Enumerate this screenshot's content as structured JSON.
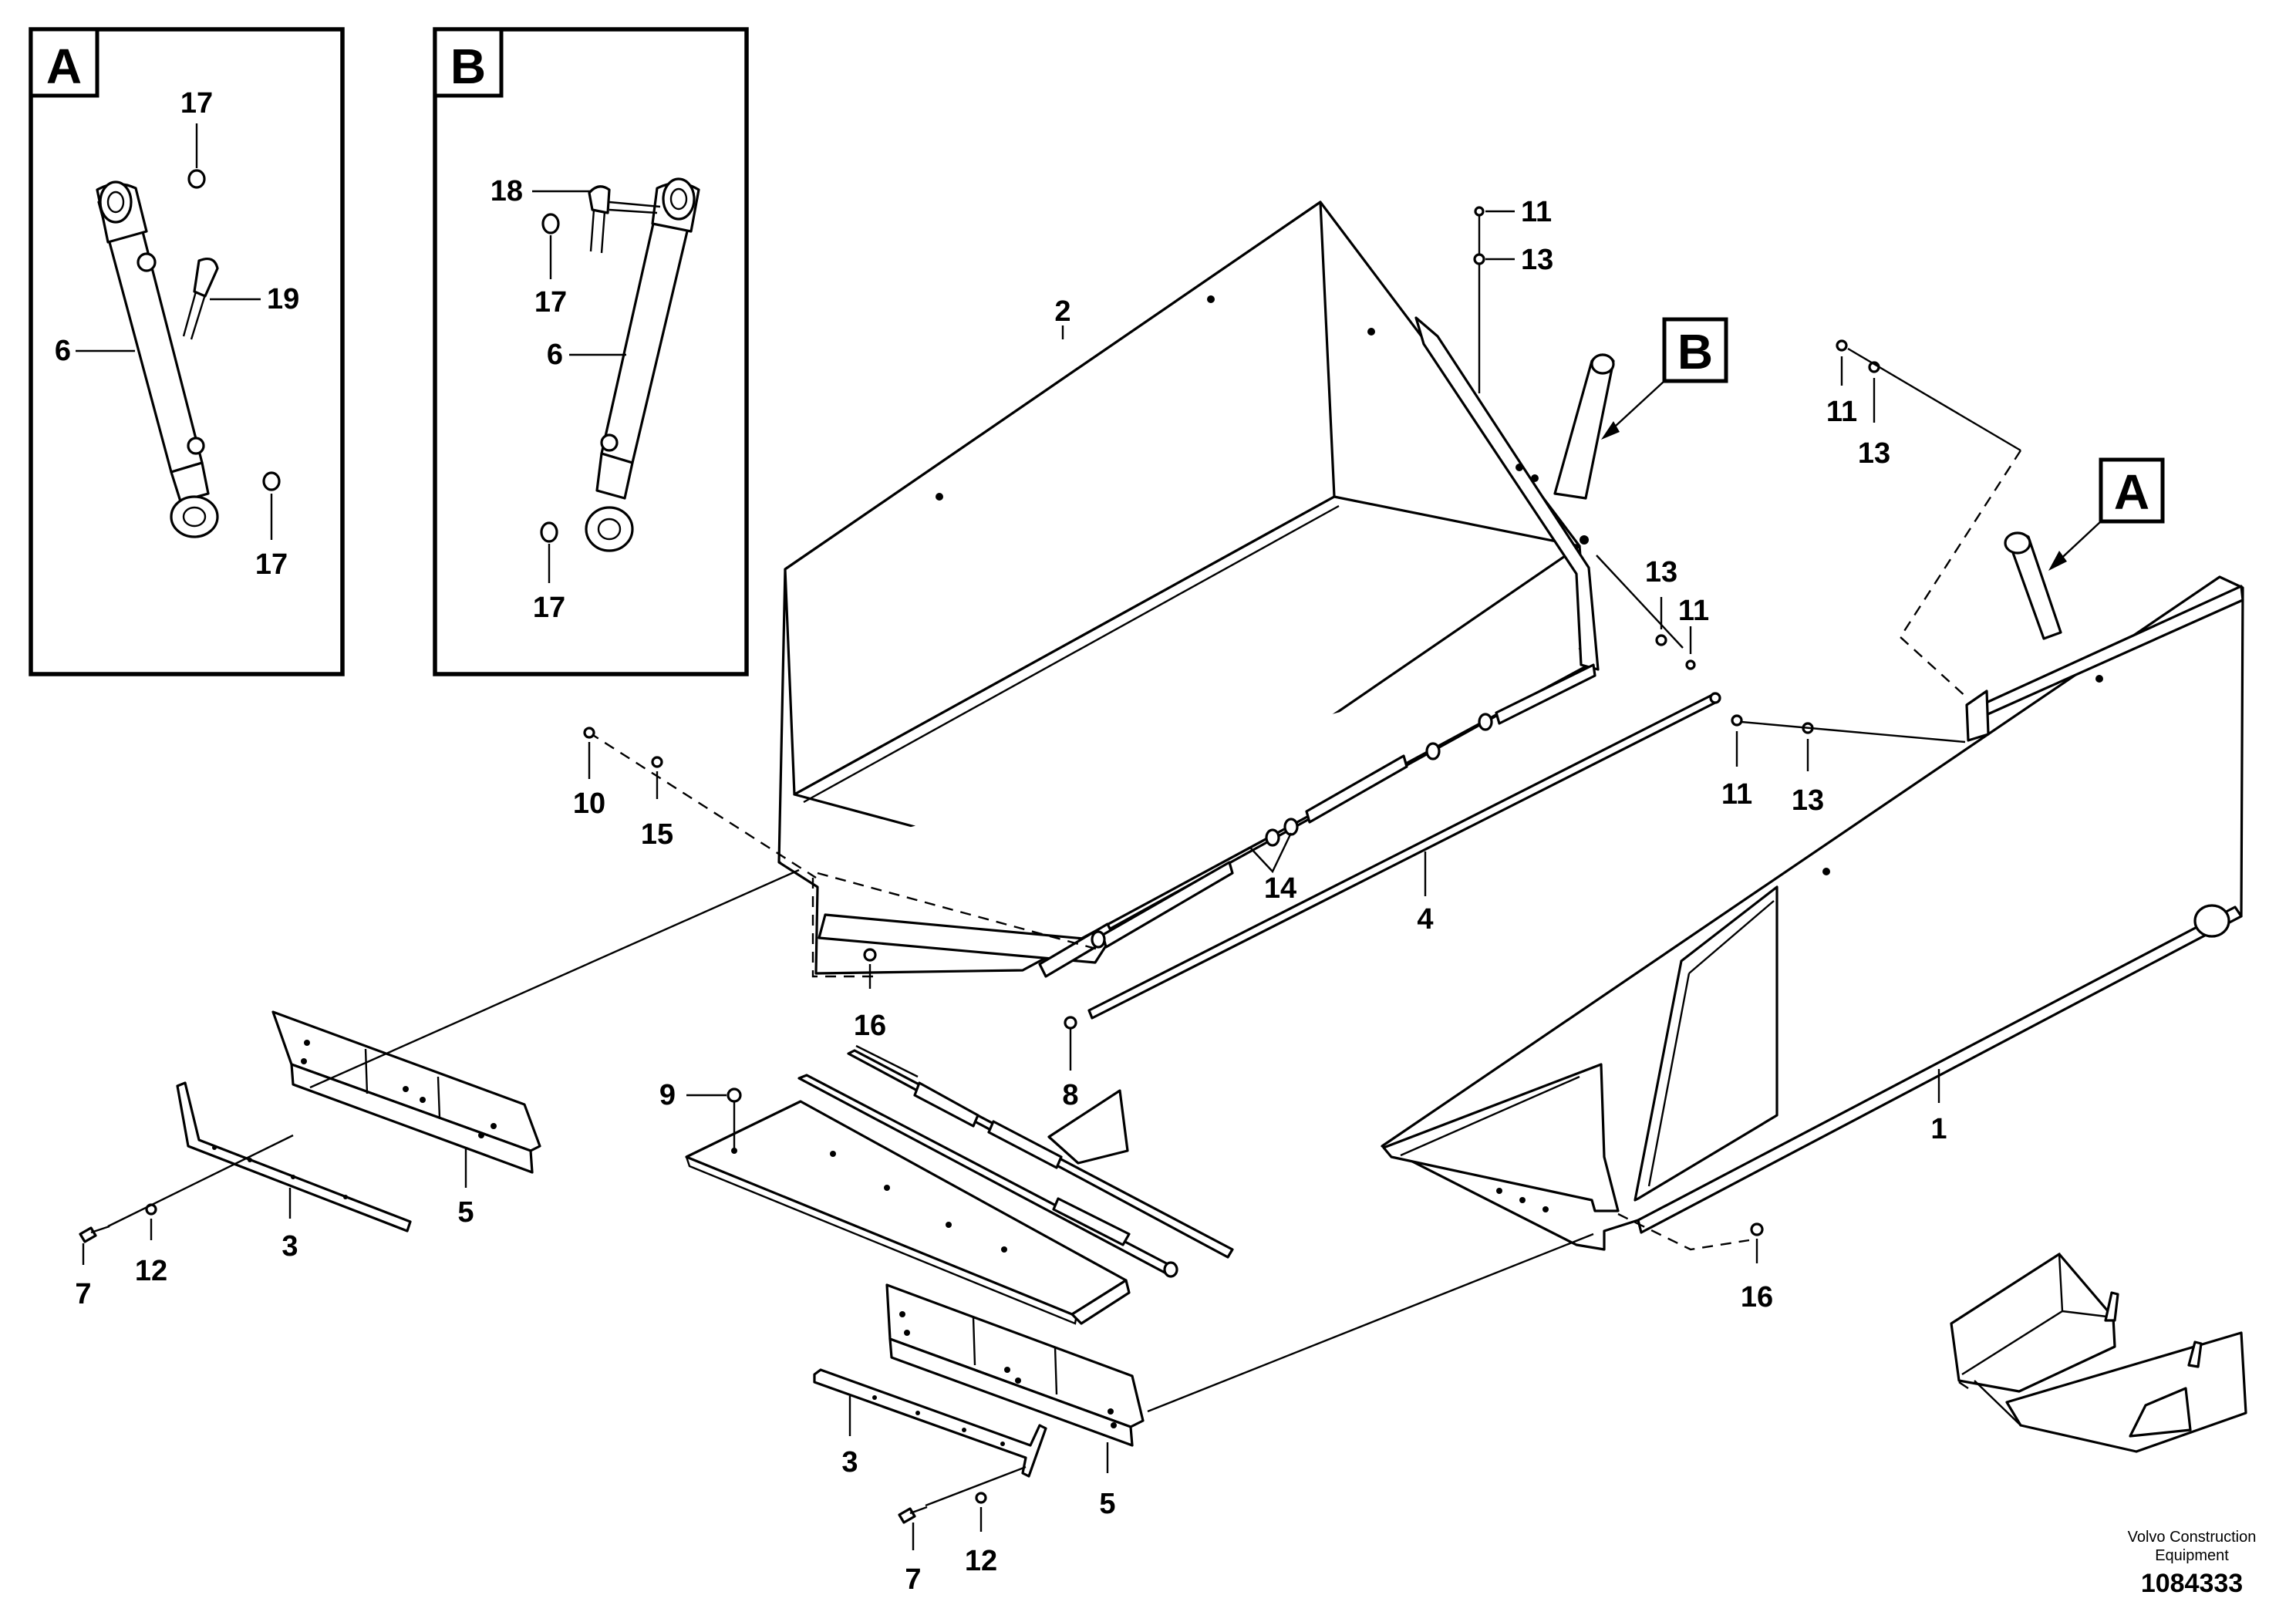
{
  "detail_views": [
    {
      "tag": "A",
      "callouts": [
        "17",
        "19",
        "6",
        "17"
      ]
    },
    {
      "tag": "B",
      "callouts": [
        "18",
        "17",
        "6",
        "17"
      ]
    }
  ],
  "view_tags": {
    "b": "B",
    "a": "A"
  },
  "callouts": {
    "c1": "1",
    "c2": "2",
    "c4": "4",
    "c8": "8",
    "c9": "9",
    "c10": "10",
    "c14": "14",
    "c15": "15",
    "c11_top": "11",
    "c13_top": "13",
    "c13_mid": "13",
    "c11_mid": "11",
    "c11_right": "11",
    "c13_right": "13",
    "c11_lower": "11",
    "c13_lower": "13",
    "c16_left": "16",
    "c16_right": "16",
    "c7_left": "7",
    "c12_left": "12",
    "c3_left": "3",
    "c5_left": "5",
    "c3_bottom": "3",
    "c5_bottom": "5",
    "c7_bottom": "7",
    "c12_bottom": "12"
  },
  "footer": {
    "brand_line1": "Volvo Construction",
    "brand_line2": "Equipment",
    "document_number": "1084333"
  }
}
